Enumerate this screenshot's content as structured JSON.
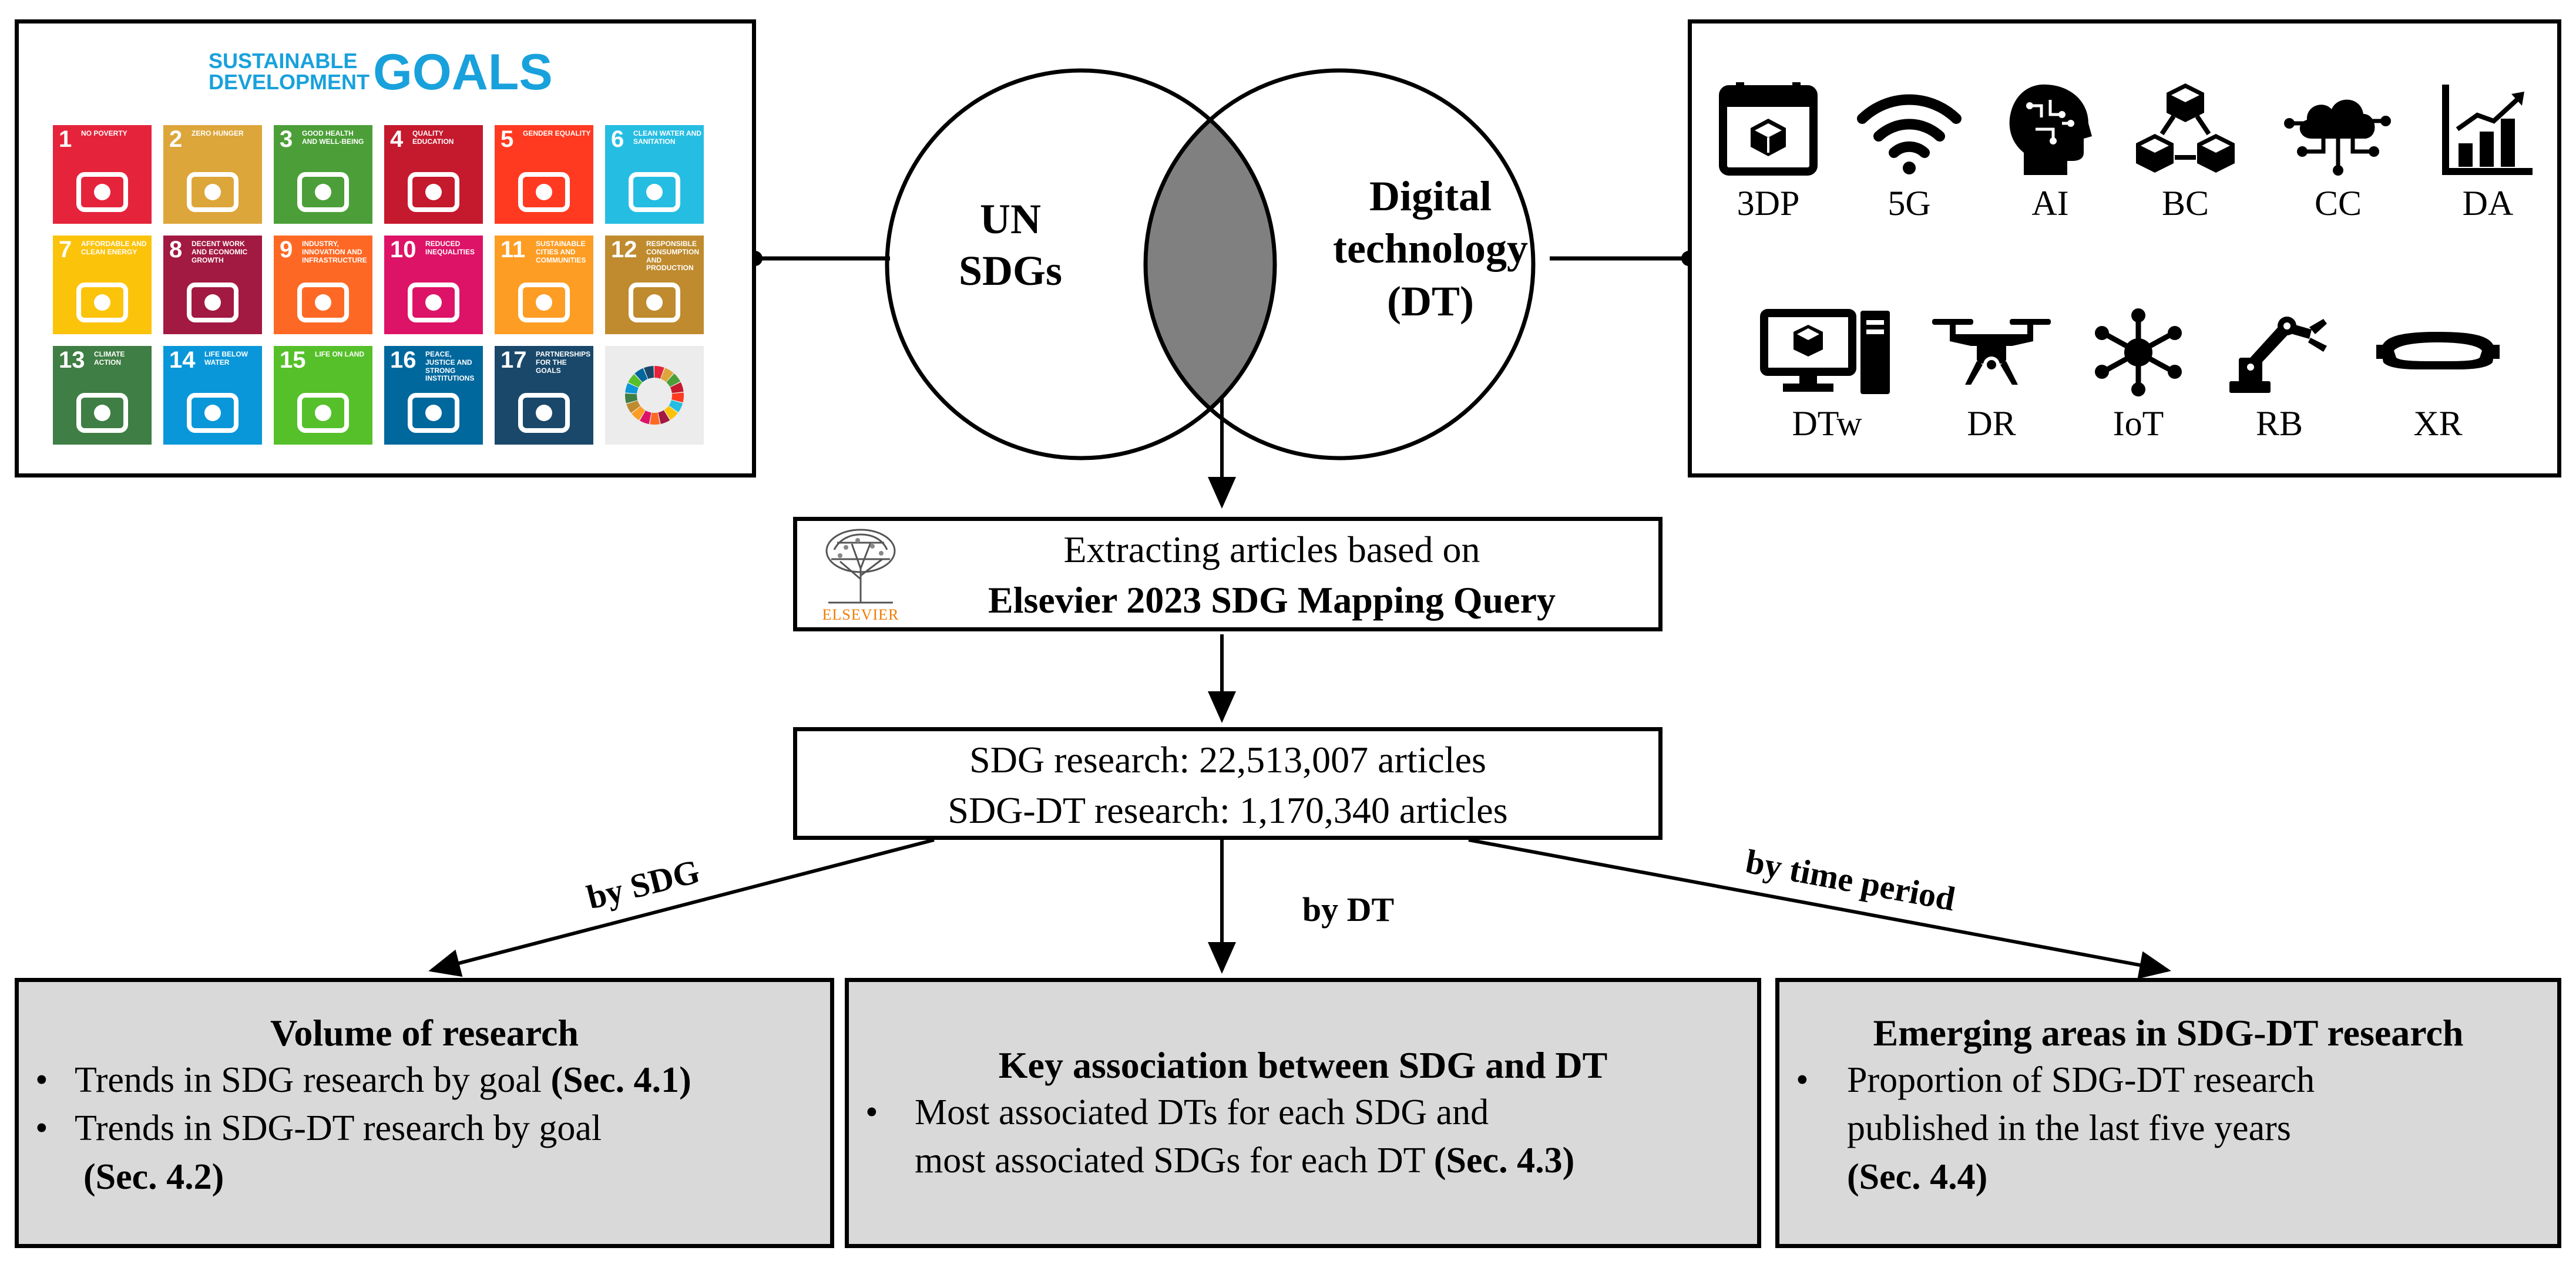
{
  "sdg_panel": {
    "header_small_1": "SUSTAINABLE",
    "header_small_2": "DEVELOPMENT",
    "header_big": "GOALS",
    "goals": [
      {
        "num": "1",
        "label": "NO POVERTY",
        "color": "#e5243b"
      },
      {
        "num": "2",
        "label": "ZERO HUNGER",
        "color": "#dda63a"
      },
      {
        "num": "3",
        "label": "GOOD HEALTH AND WELL-BEING",
        "color": "#4c9f38"
      },
      {
        "num": "4",
        "label": "QUALITY EDUCATION",
        "color": "#c5192d"
      },
      {
        "num": "5",
        "label": "GENDER EQUALITY",
        "color": "#ff3a21"
      },
      {
        "num": "6",
        "label": "CLEAN WATER AND SANITATION",
        "color": "#26bde2"
      },
      {
        "num": "7",
        "label": "AFFORDABLE AND CLEAN ENERGY",
        "color": "#fcc30b"
      },
      {
        "num": "8",
        "label": "DECENT WORK AND ECONOMIC GROWTH",
        "color": "#a21942"
      },
      {
        "num": "9",
        "label": "INDUSTRY, INNOVATION AND INFRASTRUCTURE",
        "color": "#fd6925"
      },
      {
        "num": "10",
        "label": "REDUCED INEQUALITIES",
        "color": "#dd1367"
      },
      {
        "num": "11",
        "label": "SUSTAINABLE CITIES AND COMMUNITIES",
        "color": "#fd9d24"
      },
      {
        "num": "12",
        "label": "RESPONSIBLE CONSUMPTION AND PRODUCTION",
        "color": "#bf8b2e"
      },
      {
        "num": "13",
        "label": "CLIMATE ACTION",
        "color": "#3f7e44"
      },
      {
        "num": "14",
        "label": "LIFE BELOW WATER",
        "color": "#0a97d9"
      },
      {
        "num": "15",
        "label": "LIFE ON LAND",
        "color": "#56c02b"
      },
      {
        "num": "16",
        "label": "PEACE, JUSTICE AND STRONG INSTITUTIONS",
        "color": "#00689d"
      },
      {
        "num": "17",
        "label": "PARTNERSHIPS FOR THE GOALS",
        "color": "#19486a"
      }
    ]
  },
  "venn": {
    "left_line1": "UN",
    "left_line2": "SDGs",
    "right_line1": "Digital",
    "right_line2": "technology",
    "right_line3": "(DT)",
    "overlap_color": "#808080"
  },
  "dt_panel": {
    "items": [
      {
        "label": "3DP",
        "icon": "3d-printer-icon"
      },
      {
        "label": "5G",
        "icon": "wifi-icon"
      },
      {
        "label": "AI",
        "icon": "ai-head-icon"
      },
      {
        "label": "BC",
        "icon": "blockchain-icon"
      },
      {
        "label": "CC",
        "icon": "cloud-computing-icon"
      },
      {
        "label": "DA",
        "icon": "bar-chart-icon"
      },
      {
        "label": "DTw",
        "icon": "computer-cube-icon"
      },
      {
        "label": "DR",
        "icon": "drone-icon"
      },
      {
        "label": "IoT",
        "icon": "network-hub-icon"
      },
      {
        "label": "RB",
        "icon": "robot-arm-icon"
      },
      {
        "label": "XR",
        "icon": "vr-headset-icon"
      }
    ]
  },
  "extract": {
    "logo_text": "ELSEVIER",
    "line1": "Extracting articles based on",
    "line2": "Elsevier 2023 SDG Mapping Query"
  },
  "counts": {
    "line1": "SDG research: 22,513,007 articles",
    "line2": "SDG-DT research: 1,170,340 articles"
  },
  "branches": {
    "by_sdg": "by SDG",
    "by_dt": "by DT",
    "by_time": "by time period"
  },
  "boxes": {
    "volume": {
      "title": "Volume of research",
      "bullet1_text": "Trends in SDG research by goal ",
      "bullet1_ref": "(Sec. 4.1)",
      "bullet2_text": "Trends in SDG-DT research by goal",
      "bullet2_ref": "(Sec. 4.2)"
    },
    "association": {
      "title": "Key association between SDG and DT",
      "line1": "Most associated DTs for each SDG and",
      "line2_text": "most associated SDGs for each DT ",
      "line2_ref": "(Sec. 4.3)"
    },
    "emerging": {
      "title": "Emerging areas in SDG-DT research",
      "line1": "Proportion of SDG-DT research",
      "line2": "published in the last five years",
      "ref": "(Sec. 4.4)"
    }
  }
}
